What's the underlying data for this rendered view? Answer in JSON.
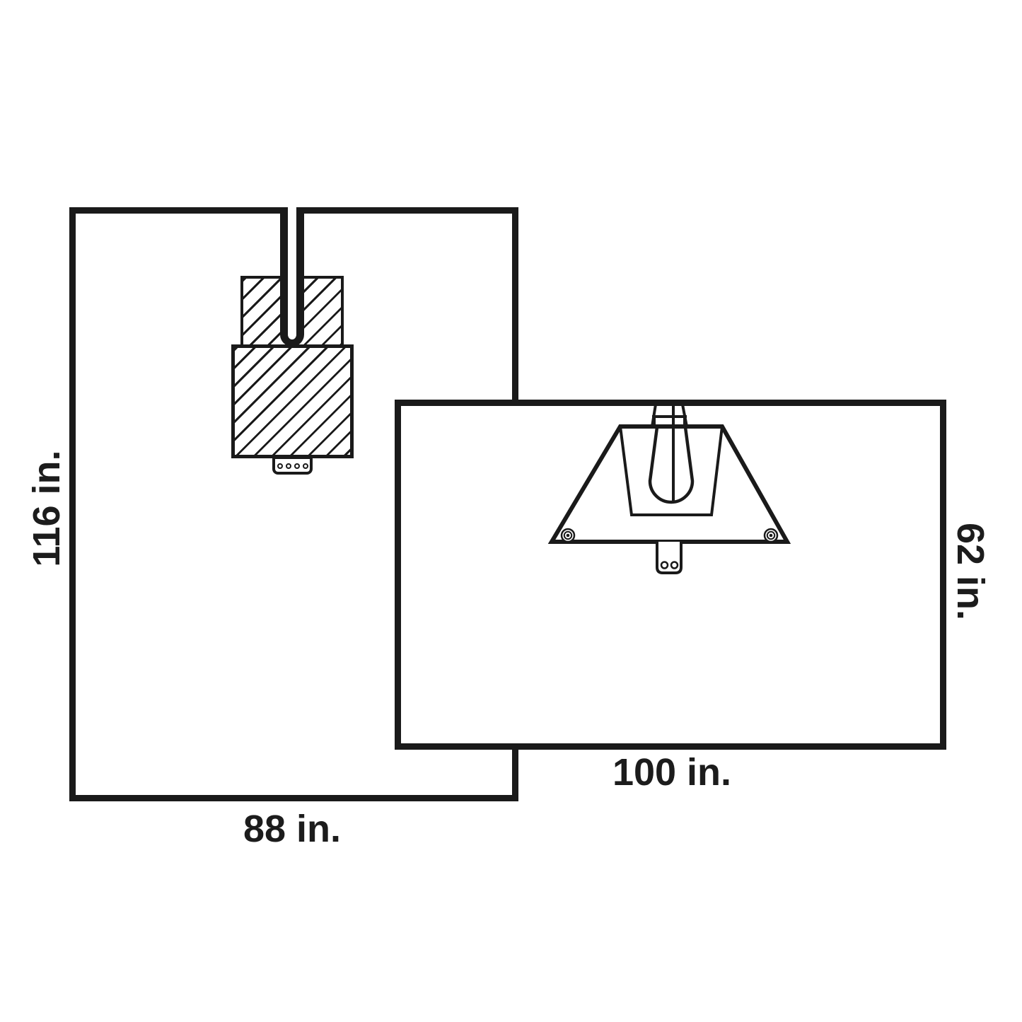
{
  "diagram": {
    "kind": "product-dimension-line-drawing",
    "stroke_color": "#1a1a1a",
    "background_color": "#ffffff",
    "panels": {
      "left": {
        "height_label": "116 in.",
        "width_label": "88 in."
      },
      "right": {
        "height_label": "62 in.",
        "width_label": "100 in."
      }
    }
  }
}
